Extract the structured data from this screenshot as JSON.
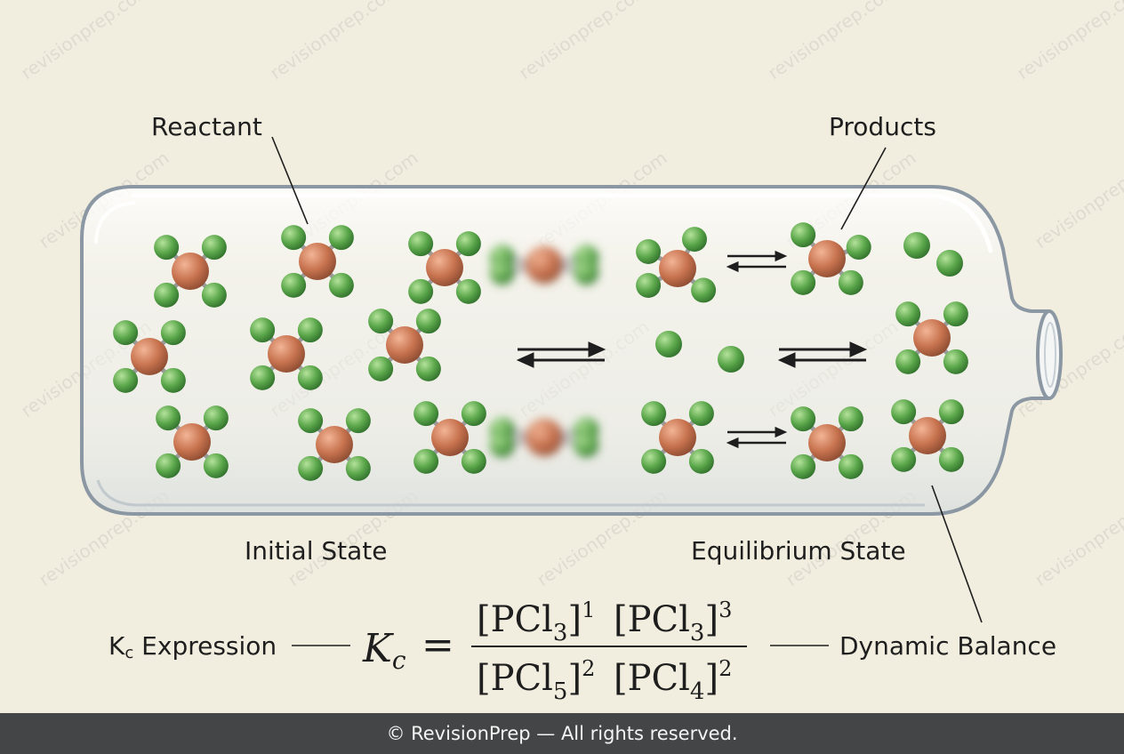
{
  "watermark": "revisionprep.com",
  "labels": {
    "reactant": "Reactant",
    "products": "Products",
    "initial_state": "Initial State",
    "equilibrium_state": "Equilibrium State",
    "kc_expression_prefix": "K",
    "kc_expression_subscript": "c",
    "kc_expression_rest": " Expression",
    "dynamic_balance": "Dynamic Balance"
  },
  "equation": {
    "lhs_symbol": "K",
    "lhs_subscript": "c",
    "equals": "=",
    "numerator": [
      {
        "species": "PCl",
        "subscript": "3",
        "power": "1"
      },
      {
        "species": "PCl",
        "subscript": "3",
        "power": "3"
      }
    ],
    "denominator": [
      {
        "species": "PCl",
        "subscript": "5",
        "power": "2"
      },
      {
        "species": "PCl",
        "subscript": "4",
        "power": "2"
      }
    ]
  },
  "footer": {
    "text": "© RevisionPrep — All rights reserved."
  },
  "colors": {
    "background": "#f2eedf",
    "central_atom": "#c8734f",
    "outer_atom": "#5aa64a",
    "bond": "#9a9a9a",
    "tube_outline": "#8b98a4",
    "footer_bg": "#444546"
  }
}
